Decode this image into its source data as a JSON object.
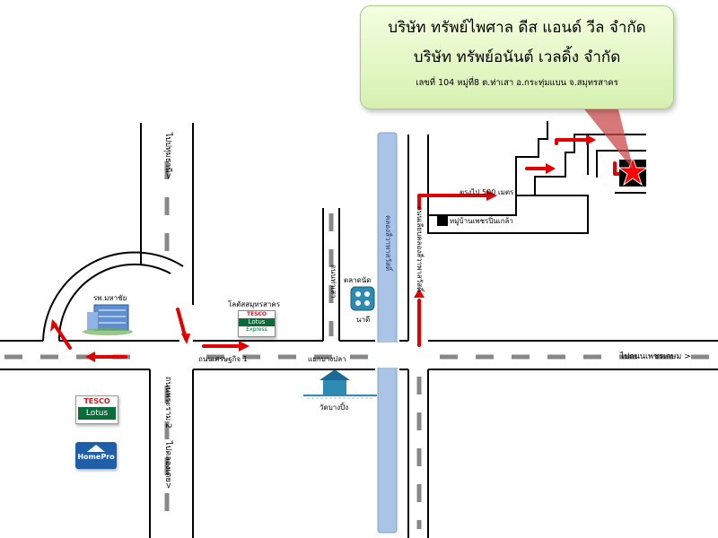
{
  "callout": {
    "line1": "บริษัท ทรัพย์ไพศาล ดีส แอนด์ วีล จำกัด",
    "line2": "บริษัท ทรัพย์อนันต์ เวลดิ้ง จำกัด",
    "line3": "เลขที่ 104 หมู่ที่8 ต.ท่าเสา อ.กระทุ่มแบน จ.สมุทรสาคร"
  },
  "labels": {
    "to_pathom": "ไปปทุมธานี>",
    "to_phet_kasem": "ไปถนนเพชรเกษม >",
    "go_straight": "ตรงไป 500 เมตร",
    "village": "หมู่บ้านเพชรปิ่นเกล้า",
    "hospital": "รพ.มหาชัย",
    "lotus_store": "โลตัสสมุทรสาคร",
    "ekachai_rd": "ถนนเศรษฐกิจ 1",
    "intersection": "แยกบางปลา",
    "market": "ตลาดนัด",
    "market_sub": "นาดี",
    "temple": "วัดบางปิ้ง",
    "rama2": "ถนนพระราม 2",
    "to_khlong_toei": "ไปคลองเตย>",
    "canal": "คลองสี่วาพาสวัสดิ์",
    "canal_road": "ถนนเลียบคลองสี่วาพาสวัสดิ์",
    "thaisao_rd": "ถนนท่าเสา",
    "tesco_text": "TESCO",
    "lotus_text": "Lotus",
    "homepro_text": "HomePro",
    "express_text": "Express"
  },
  "colors": {
    "route": "#e30000",
    "canal": "#a9c4e6",
    "star": "#ff0000",
    "tesco_red": "#d71920",
    "lotus_green": "#0b6b3a",
    "homepro_blue": "#1f5fa8"
  }
}
